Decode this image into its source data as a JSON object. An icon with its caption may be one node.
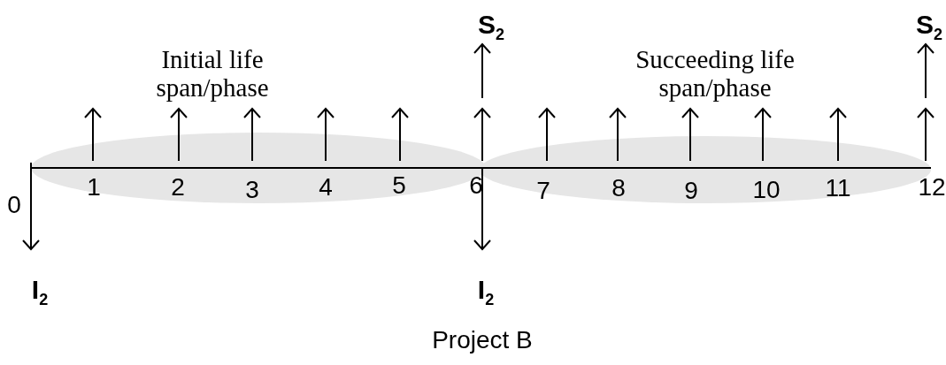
{
  "diagram": {
    "caption": "Project B",
    "labels": [
      "S$_{2}$",
      "S$_{2}$",
      "Initial life span/phase",
      "Succeeding life span/phase",
      "0",
      "1",
      "2",
      "3",
      "4",
      "5",
      "6",
      "7",
      "8",
      "9",
      "10",
      "11",
      "12",
      "I$_{2}$",
      "I$_{2}$"
    ]
  }
}
